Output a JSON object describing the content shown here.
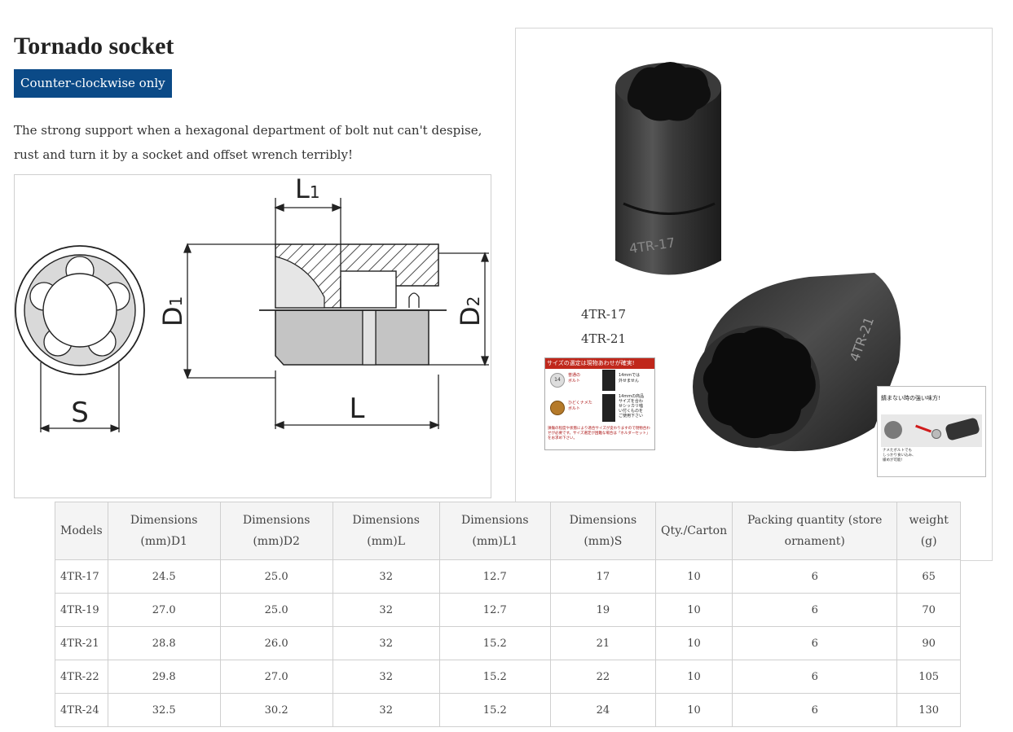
{
  "title": "Tornado socket",
  "badge": "Counter-clockwise only",
  "description": "The strong support when a hexagonal department of bolt nut can't despise, rust and turn it by a socket and offset wrench terribly!",
  "diagram": {
    "labels": {
      "l1": "L",
      "l1_sub": "1",
      "d1": "D",
      "d1_sub": "1",
      "d2": "D",
      "d2_sub": "2",
      "s": "S",
      "l": "L"
    }
  },
  "photo": {
    "label1": "4TR-17",
    "label2": "4TR-21",
    "stamp1": "4TR-17",
    "stamp2": "4TR-21",
    "card1": {
      "heading": "サイズの選定は現物あわせが確実!",
      "row1_icon": "14",
      "row1_label": "普通の\nボルト",
      "row1_note": "14mmでは\n外せません",
      "row2_label": "ひどくナメた\nボルト",
      "row2_note": "14mmの商品\nサイズを合わ\nせシッカリ噛\nい付くものを\nご使用下さい",
      "footer": "損傷の程度や状態により適合サイズが変わりますので現物合わせが必要です。サイズ選定が困難な場合は「ホルダーセット」をお求め下さい。"
    },
    "card2": {
      "heading": "錆まない時の強い味方!",
      "note": "ナメたボルトでも\nしっかり食い込み、\n緩めが可能!"
    }
  },
  "table": {
    "headers": [
      "Models",
      "Dimensions (mm)D1",
      "Dimensions (mm)D2",
      "Dimensions (mm)L",
      "Dimensions (mm)L1",
      "Dimensions (mm)S",
      "Qty./Carton",
      "Packing quantity (store ornament)",
      "weight (g)"
    ],
    "rows": [
      [
        "4TR-17",
        "24.5",
        "25.0",
        "32",
        "12.7",
        "17",
        "10",
        "6",
        "65"
      ],
      [
        "4TR-19",
        "27.0",
        "25.0",
        "32",
        "12.7",
        "19",
        "10",
        "6",
        "70"
      ],
      [
        "4TR-21",
        "28.8",
        "26.0",
        "32",
        "15.2",
        "21",
        "10",
        "6",
        "90"
      ],
      [
        "4TR-22",
        "29.8",
        "27.0",
        "32",
        "15.2",
        "22",
        "10",
        "6",
        "105"
      ],
      [
        "4TR-24",
        "32.5",
        "30.2",
        "32",
        "15.2",
        "24",
        "10",
        "6",
        "130"
      ]
    ]
  }
}
